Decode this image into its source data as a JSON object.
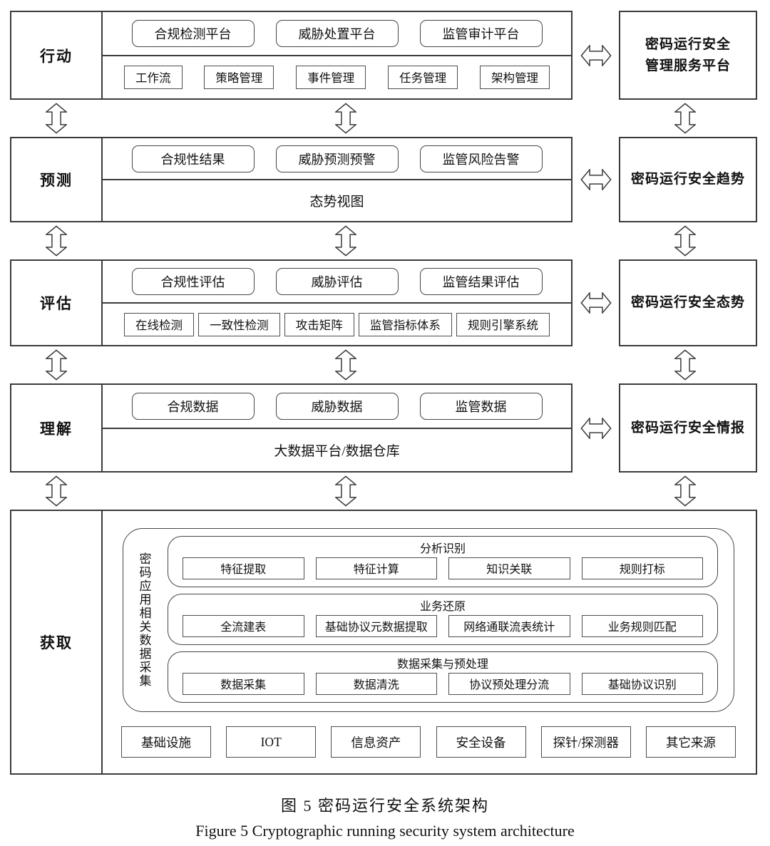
{
  "colors": {
    "line": "#3b3b3b",
    "box_line": "#4d4d4d",
    "background": "#ffffff",
    "text": "#111111"
  },
  "rows": [
    {
      "stage": "行动",
      "pills": [
        "合规检测平台",
        "威胁处置平台",
        "监管审计平台"
      ],
      "small": [
        "工作流",
        "策略管理",
        "事件管理",
        "任务管理",
        "架构管理"
      ],
      "right": [
        "密码运行安全",
        "管理服务平台"
      ]
    },
    {
      "stage": "预测",
      "pills": [
        "合规性结果",
        "威胁预测预警",
        "监管风险告警"
      ],
      "bottom_text": "态势视图",
      "right": [
        "密码运行安全趋势"
      ]
    },
    {
      "stage": "评估",
      "pills": [
        "合规性评估",
        "威胁评估",
        "监管结果评估"
      ],
      "small": [
        "在线检测",
        "一致性检测",
        "攻击矩阵",
        "监管指标体系",
        "规则引擎系统"
      ],
      "right": [
        "密码运行安全态势"
      ]
    },
    {
      "stage": "理解",
      "pills": [
        "合规数据",
        "威胁数据",
        "监管数据"
      ],
      "bottom_text": "大数据平台/数据仓库",
      "right": [
        "密码运行安全情报"
      ]
    }
  ],
  "acquire": {
    "stage": "获取",
    "vertical_label": "密码应用相关数据采集",
    "groups": [
      {
        "title": "分析识别",
        "boxes": [
          "特征提取",
          "特征计算",
          "知识关联",
          "规则打标"
        ]
      },
      {
        "title": "业务还原",
        "boxes": [
          "全流建表",
          "基础协议元数据提取",
          "网络通联流表统计",
          "业务规则匹配"
        ]
      },
      {
        "title": "数据采集与预处理",
        "boxes": [
          "数据采集",
          "数据清洗",
          "协议预处理分流",
          "基础协议识别"
        ]
      }
    ],
    "sources": [
      "基础设施",
      "IOT",
      "信息资产",
      "安全设备",
      "探针/探测器",
      "其它来源"
    ]
  },
  "caption": {
    "zh": "图 5  密码运行安全系统架构",
    "en": "Figure 5  Cryptographic running security system architecture"
  }
}
